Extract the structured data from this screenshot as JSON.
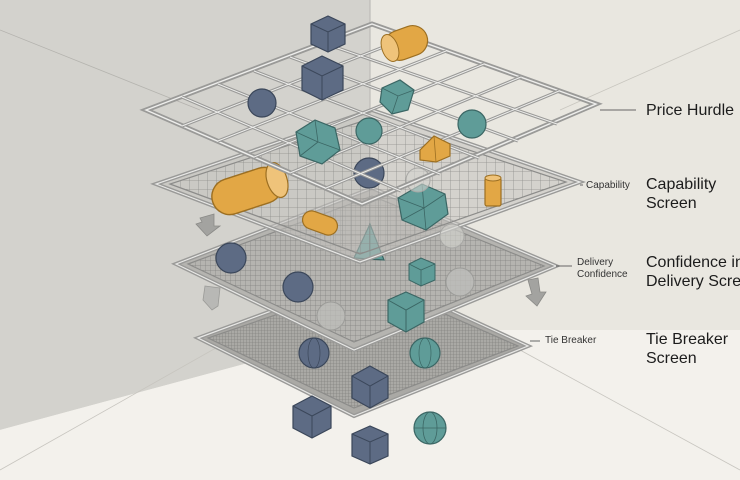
{
  "colors": {
    "background": "#f1efe8",
    "wall_left": "#d3d2cd",
    "frame": "#9a9a98",
    "mesh": "#7d7d7b",
    "slate_shape": "#5d6b84",
    "teal_shape": "#5f9c98",
    "amber_shape": "#e2a745",
    "ghost_shape": "#b9b9b6",
    "arrow": "#a3a3a0"
  },
  "layers": [
    {
      "id": "price",
      "small_label": "",
      "big_label_lines": [
        "Price Hurdle"
      ]
    },
    {
      "id": "capability",
      "small_label": "Capability",
      "big_label_lines": [
        "Capability",
        "Screen"
      ]
    },
    {
      "id": "delivery",
      "small_label": "Delivery\nConfidence",
      "big_label_lines": [
        "Confidence in",
        "Delivery Screen"
      ]
    },
    {
      "id": "tiebreaker",
      "small_label": "Tie Breaker",
      "big_label_lines": [
        "Tie Breaker",
        "Screen"
      ]
    }
  ]
}
